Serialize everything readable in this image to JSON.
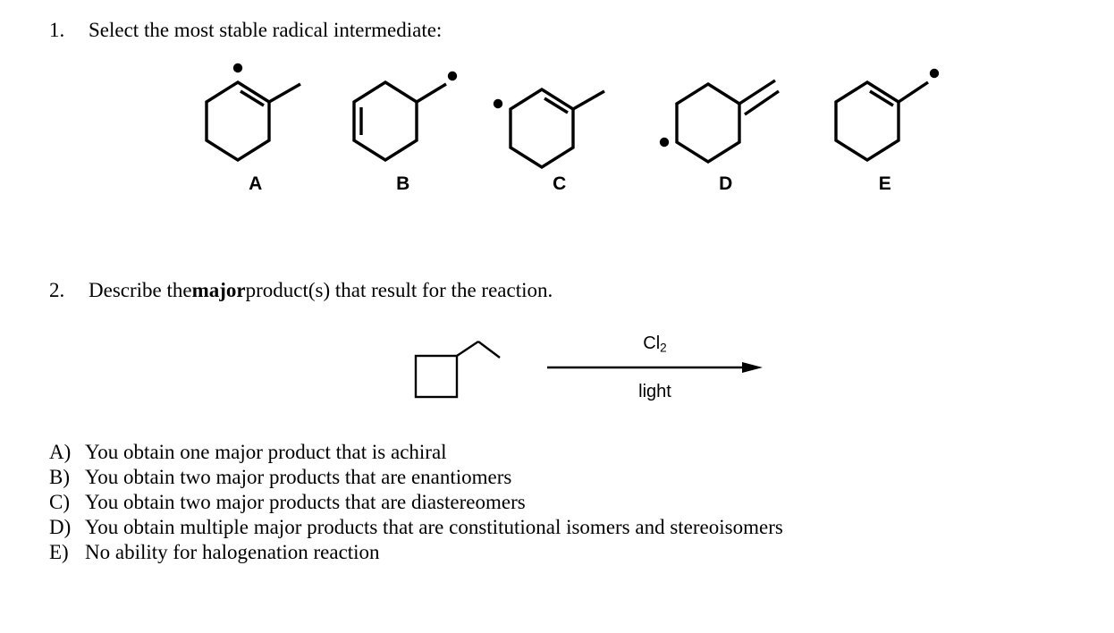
{
  "questions": [
    {
      "number": "1.",
      "text_before": "Select the most stable radical intermediate:",
      "bold": "",
      "text_after": ""
    },
    {
      "number": "2.",
      "text_before": "Describe the ",
      "bold": "major",
      "text_after": " product(s) that result for the reaction."
    }
  ],
  "choices": [
    {
      "label": "A",
      "name": "1-methylcyclohexene-6-yl-radical",
      "description": "cyclohexene ring, double bond on upper-right edge, methyl on right vertex, radical dot above top vertex"
    },
    {
      "label": "B",
      "name": "cyclohex-2-enyl-methyl-radical",
      "description": "cyclohexene ring, double bond on left vertical edge, CH2 radical bond from upper-right vertex"
    },
    {
      "label": "C",
      "name": "2-methylcyclohexenyl-radical",
      "description": "cyclohexene ring, double bond on upper-right edge, methyl on right vertex, radical dot left of upper-left vertex"
    },
    {
      "label": "D",
      "name": "methylenecyclohexane-radical",
      "description": "cyclohexane ring, exocyclic double bond from right vertex, radical dot left of lower-left vertex"
    },
    {
      "label": "E",
      "name": "cyclohexenyl-methyl-radical",
      "description": "cyclohexene ring, double bond on upper-right edge, CH2 radical bond from right vertex"
    }
  ],
  "reaction": {
    "reactant_name": "ethylcyclobutane",
    "reagent_above": "Cl",
    "reagent_above_sub": "2",
    "reagent_below": "light",
    "arrow": "reaction-arrow-right"
  },
  "answers": [
    {
      "letter": "A)",
      "text": "You obtain one major product that is achiral"
    },
    {
      "letter": "B)",
      "text": "You obtain two major products that are enantiomers"
    },
    {
      "letter": "C)",
      "text": "You obtain two major products that are diastereomers"
    },
    {
      "letter": "D)",
      "text": "You obtain multiple major products that are constitutional isomers and stereoisomers"
    },
    {
      "letter": "E)",
      "text": "No ability for halogenation reaction"
    }
  ],
  "colors": {
    "ink": "#000000",
    "page": "#ffffff"
  }
}
